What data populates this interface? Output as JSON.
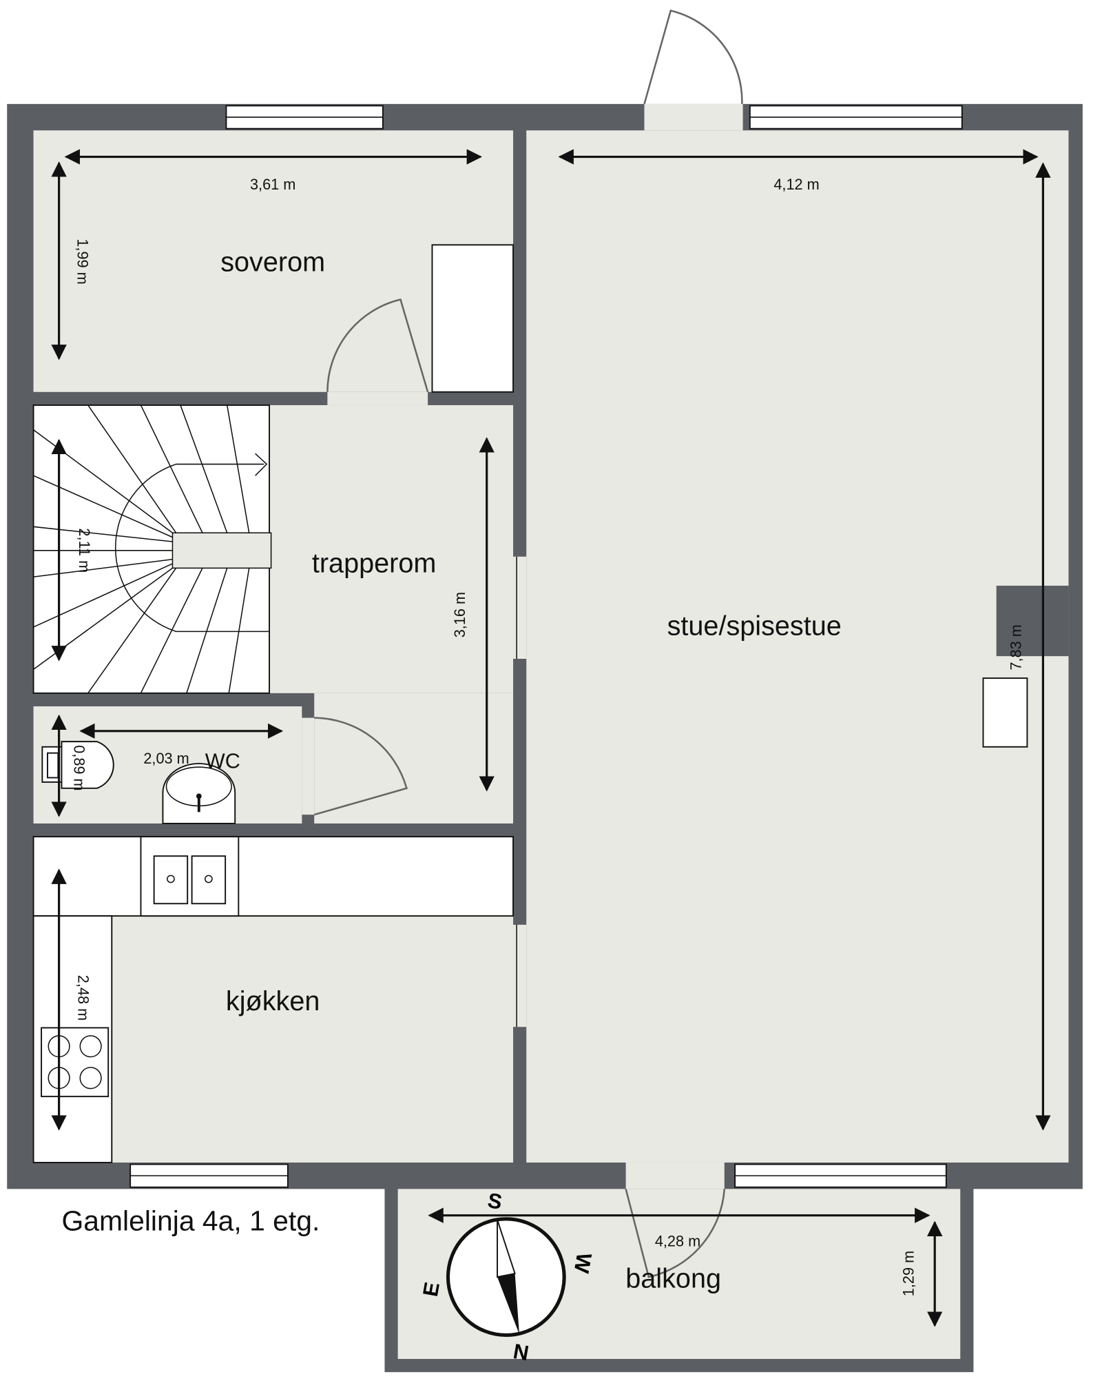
{
  "title": "Gamlelinja 4a, 1 etg.",
  "rooms": {
    "soverom": "soverom",
    "trapperom": "trapperom",
    "stue": "stue/spisestue",
    "wc": "WC",
    "kjokken": "kjøkken",
    "balkong": "balkong"
  },
  "dimensions": {
    "soverom_w": "3,61 m",
    "soverom_h": "1,99 m",
    "stue_w": "4,12 m",
    "stue_h": "7,83 m",
    "trapp_h": "3,16 m",
    "stair_h": "2,11 m",
    "wc_w": "2,03 m",
    "wc_h": "0,89 m",
    "kjokken_h": "2,48 m",
    "balkong_w": "4,28 m",
    "balkong_h": "1,29 m"
  },
  "compass": {
    "n": "N",
    "s": "S",
    "e": "E",
    "w": "W"
  },
  "colors": {
    "wall": "#5b5e63",
    "floor": "#e9e9e3"
  }
}
